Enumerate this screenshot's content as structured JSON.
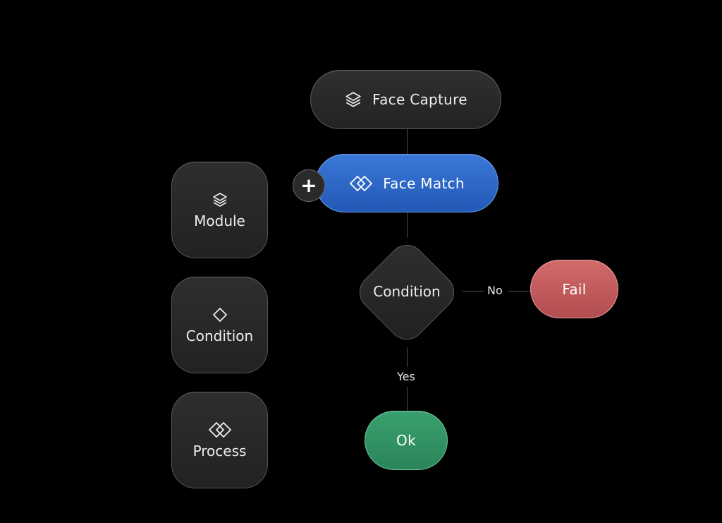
{
  "flow": {
    "nodes": {
      "face_capture": {
        "label": "Face Capture",
        "icon": "layers-icon"
      },
      "face_match": {
        "label": "Face Match",
        "icon": "interlocking-diamonds-icon"
      },
      "condition": {
        "label": "Condition"
      },
      "fail": {
        "label": "Fail"
      },
      "ok": {
        "label": "Ok"
      }
    },
    "edges": {
      "no_label": "No",
      "yes_label": "Yes"
    },
    "add_button": {
      "label": "+"
    }
  },
  "palette": {
    "items": [
      {
        "label": "Module",
        "icon": "layers-icon"
      },
      {
        "label": "Condition",
        "icon": "diamond-icon"
      },
      {
        "label": "Process",
        "icon": "interlocking-diamonds-icon"
      }
    ]
  },
  "colors": {
    "background": "#000000",
    "node_default": "#2a2a2a",
    "node_active": "#2f6bd0",
    "node_fail": "#c05a5c",
    "node_ok": "#33946a"
  }
}
